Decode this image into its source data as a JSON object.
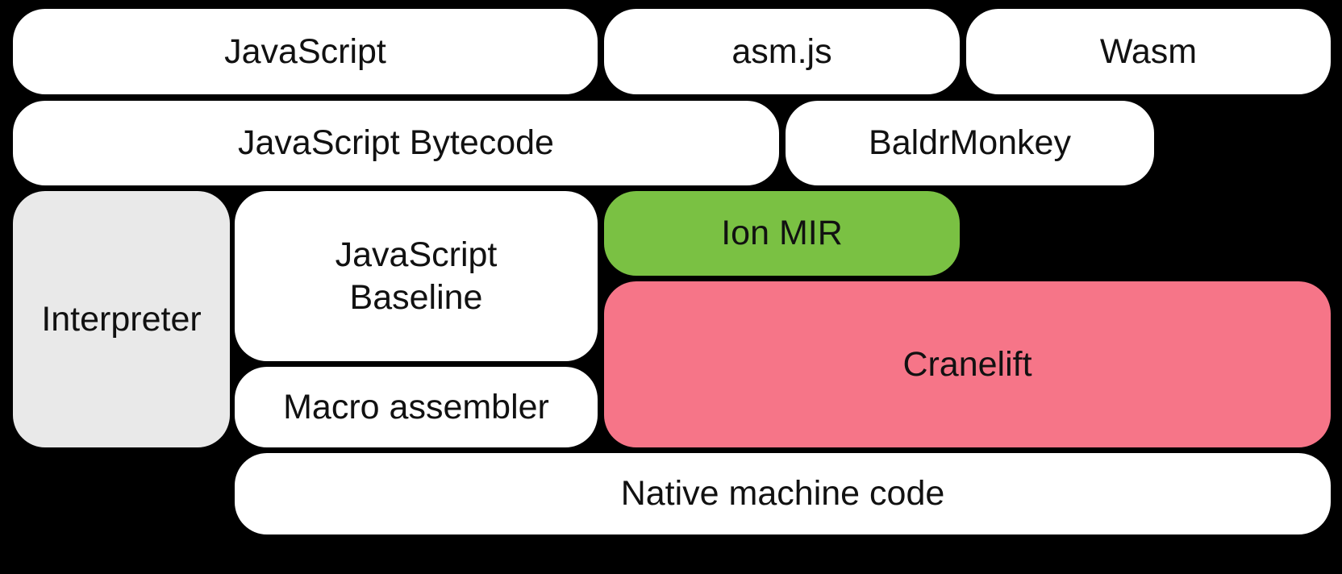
{
  "colors": {
    "background": "#000000",
    "white": "#FFFFFF",
    "gray": "#E9E9E9",
    "green": "#7AC143",
    "pink": "#F67588",
    "text": "#111111"
  },
  "diagram": {
    "description": "Compilation pipeline diagram with rounded boxes on black background",
    "boxes": [
      {
        "id": "javascript",
        "label": "JavaScript",
        "fill": "white"
      },
      {
        "id": "asmjs",
        "label": "asm.js",
        "fill": "white"
      },
      {
        "id": "wasm",
        "label": "Wasm",
        "fill": "white"
      },
      {
        "id": "javascript-bytecode",
        "label": "JavaScript Bytecode",
        "fill": "white"
      },
      {
        "id": "baldrmonkey",
        "label": "BaldrMonkey",
        "fill": "white"
      },
      {
        "id": "interpreter",
        "label": "Interpreter",
        "fill": "gray"
      },
      {
        "id": "javascript-baseline",
        "label": "JavaScript\nBaseline",
        "fill": "white"
      },
      {
        "id": "ion-mir",
        "label": "Ion MIR",
        "fill": "green"
      },
      {
        "id": "cranelift",
        "label": "Cranelift",
        "fill": "pink"
      },
      {
        "id": "macro-assembler",
        "label": "Macro assembler",
        "fill": "white"
      },
      {
        "id": "native-machine-code",
        "label": "Native machine code",
        "fill": "white"
      }
    ]
  }
}
